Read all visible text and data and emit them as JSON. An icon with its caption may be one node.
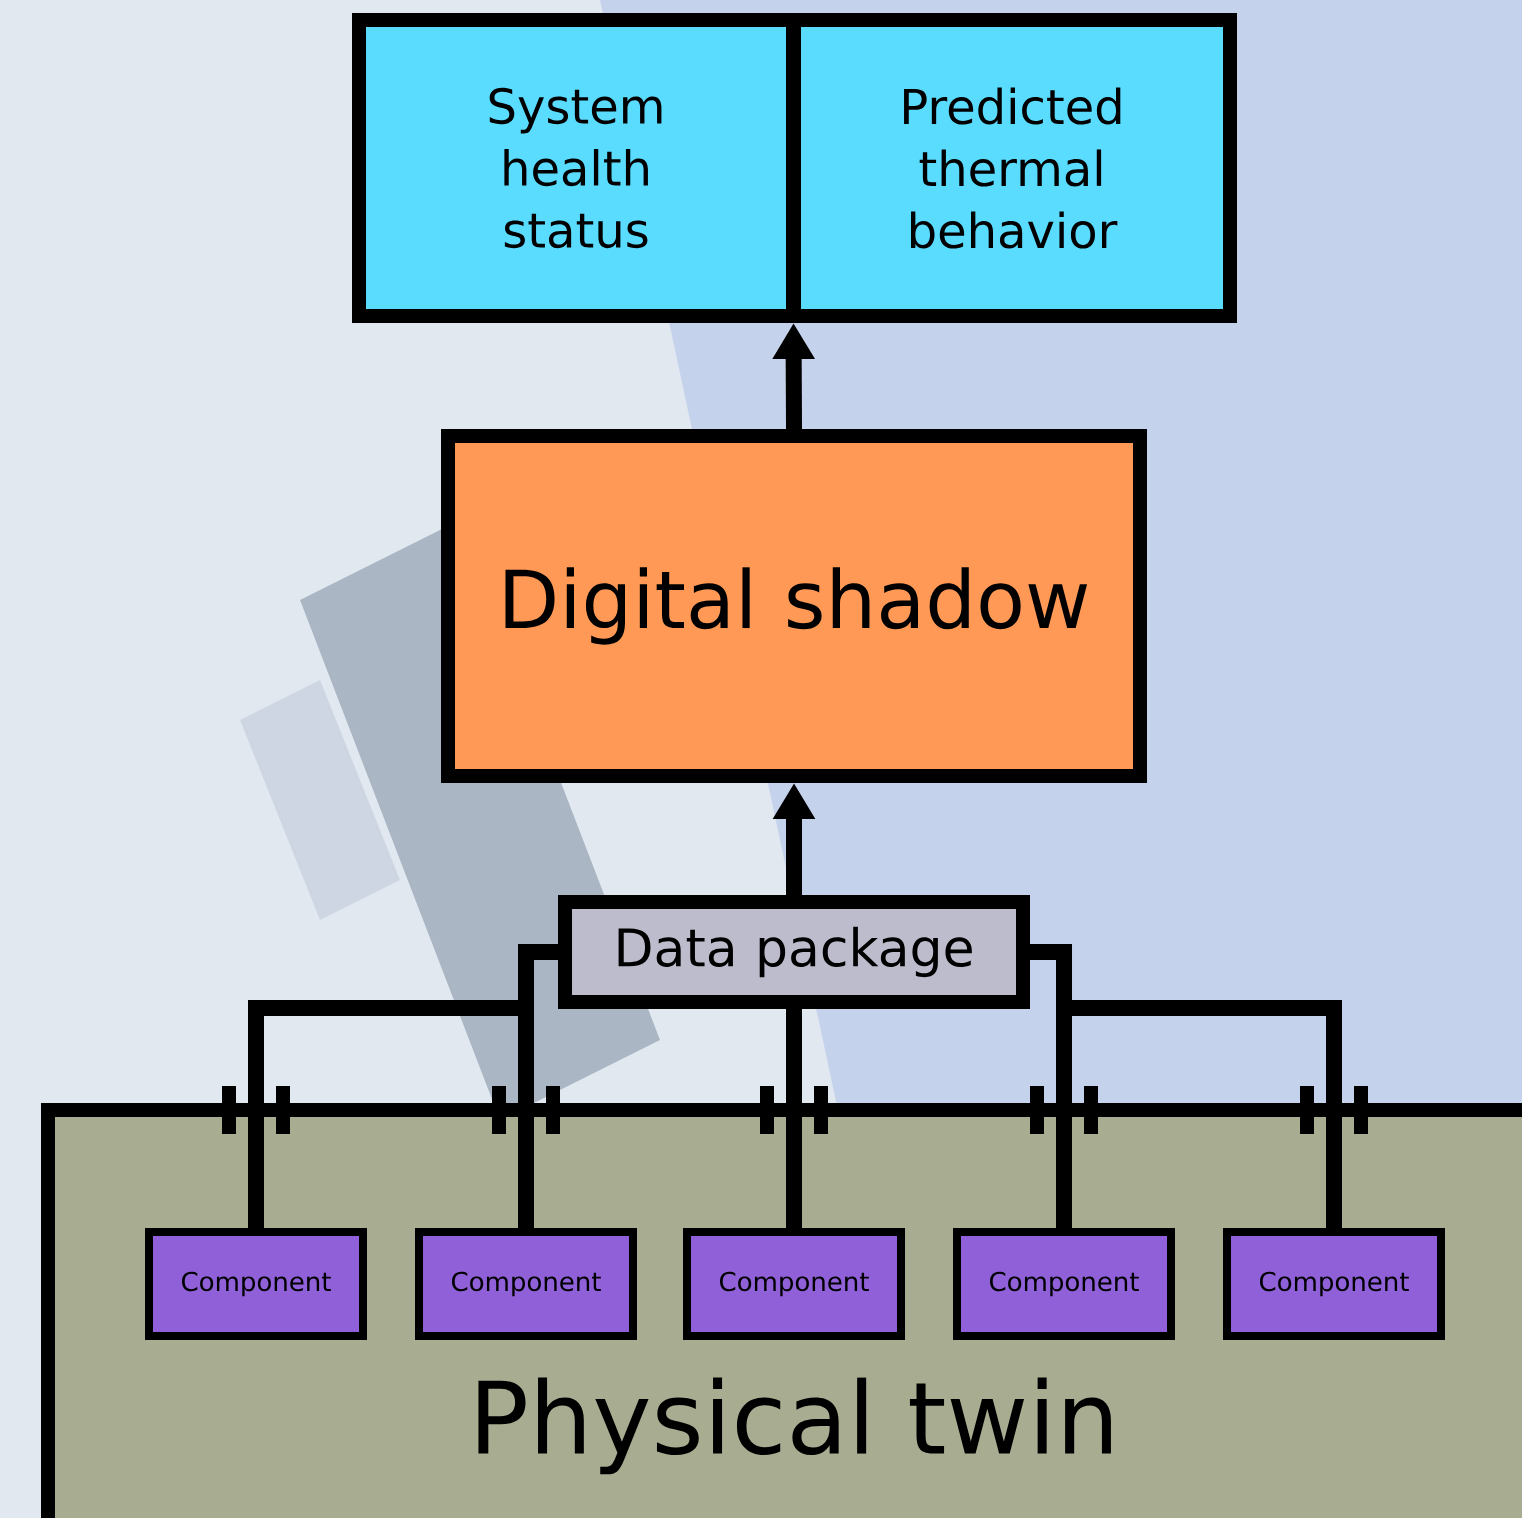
{
  "diagram": {
    "nodes": [
      {
        "text": [
          "System health status"
        ]
      },
      {
        "text": [
          "Predicted thermal behavior"
        ]
      },
      {
        "text": [
          "Digital shadow"
        ]
      },
      {
        "text": [
          "Data package"
        ]
      },
      {
        "text": [
          "Physical twin"
        ]
      },
      {
        "text": [
          "Component"
        ],
        "in": 4
      },
      {
        "text": [
          "Component"
        ],
        "in": 4
      },
      {
        "text": [
          "Component"
        ],
        "in": 4
      },
      {
        "text": [
          "Component"
        ],
        "in": 4
      },
      {
        "text": [
          "Component"
        ],
        "in": 4
      }
    ],
    "edges": [
      {
        "from": 2,
        "to": 0,
        "arrow": "to"
      },
      {
        "from": 2,
        "to": 1,
        "arrow": "to"
      },
      {
        "from": 3,
        "to": 2,
        "arrow": "to"
      },
      {
        "from": 5,
        "to": 3,
        "arrow": "none"
      },
      {
        "from": 6,
        "to": 3,
        "arrow": "none"
      },
      {
        "from": 7,
        "to": 3,
        "arrow": "none"
      },
      {
        "from": 8,
        "to": 3,
        "arrow": "none"
      },
      {
        "from": 9,
        "to": 3,
        "arrow": "none"
      }
    ]
  }
}
